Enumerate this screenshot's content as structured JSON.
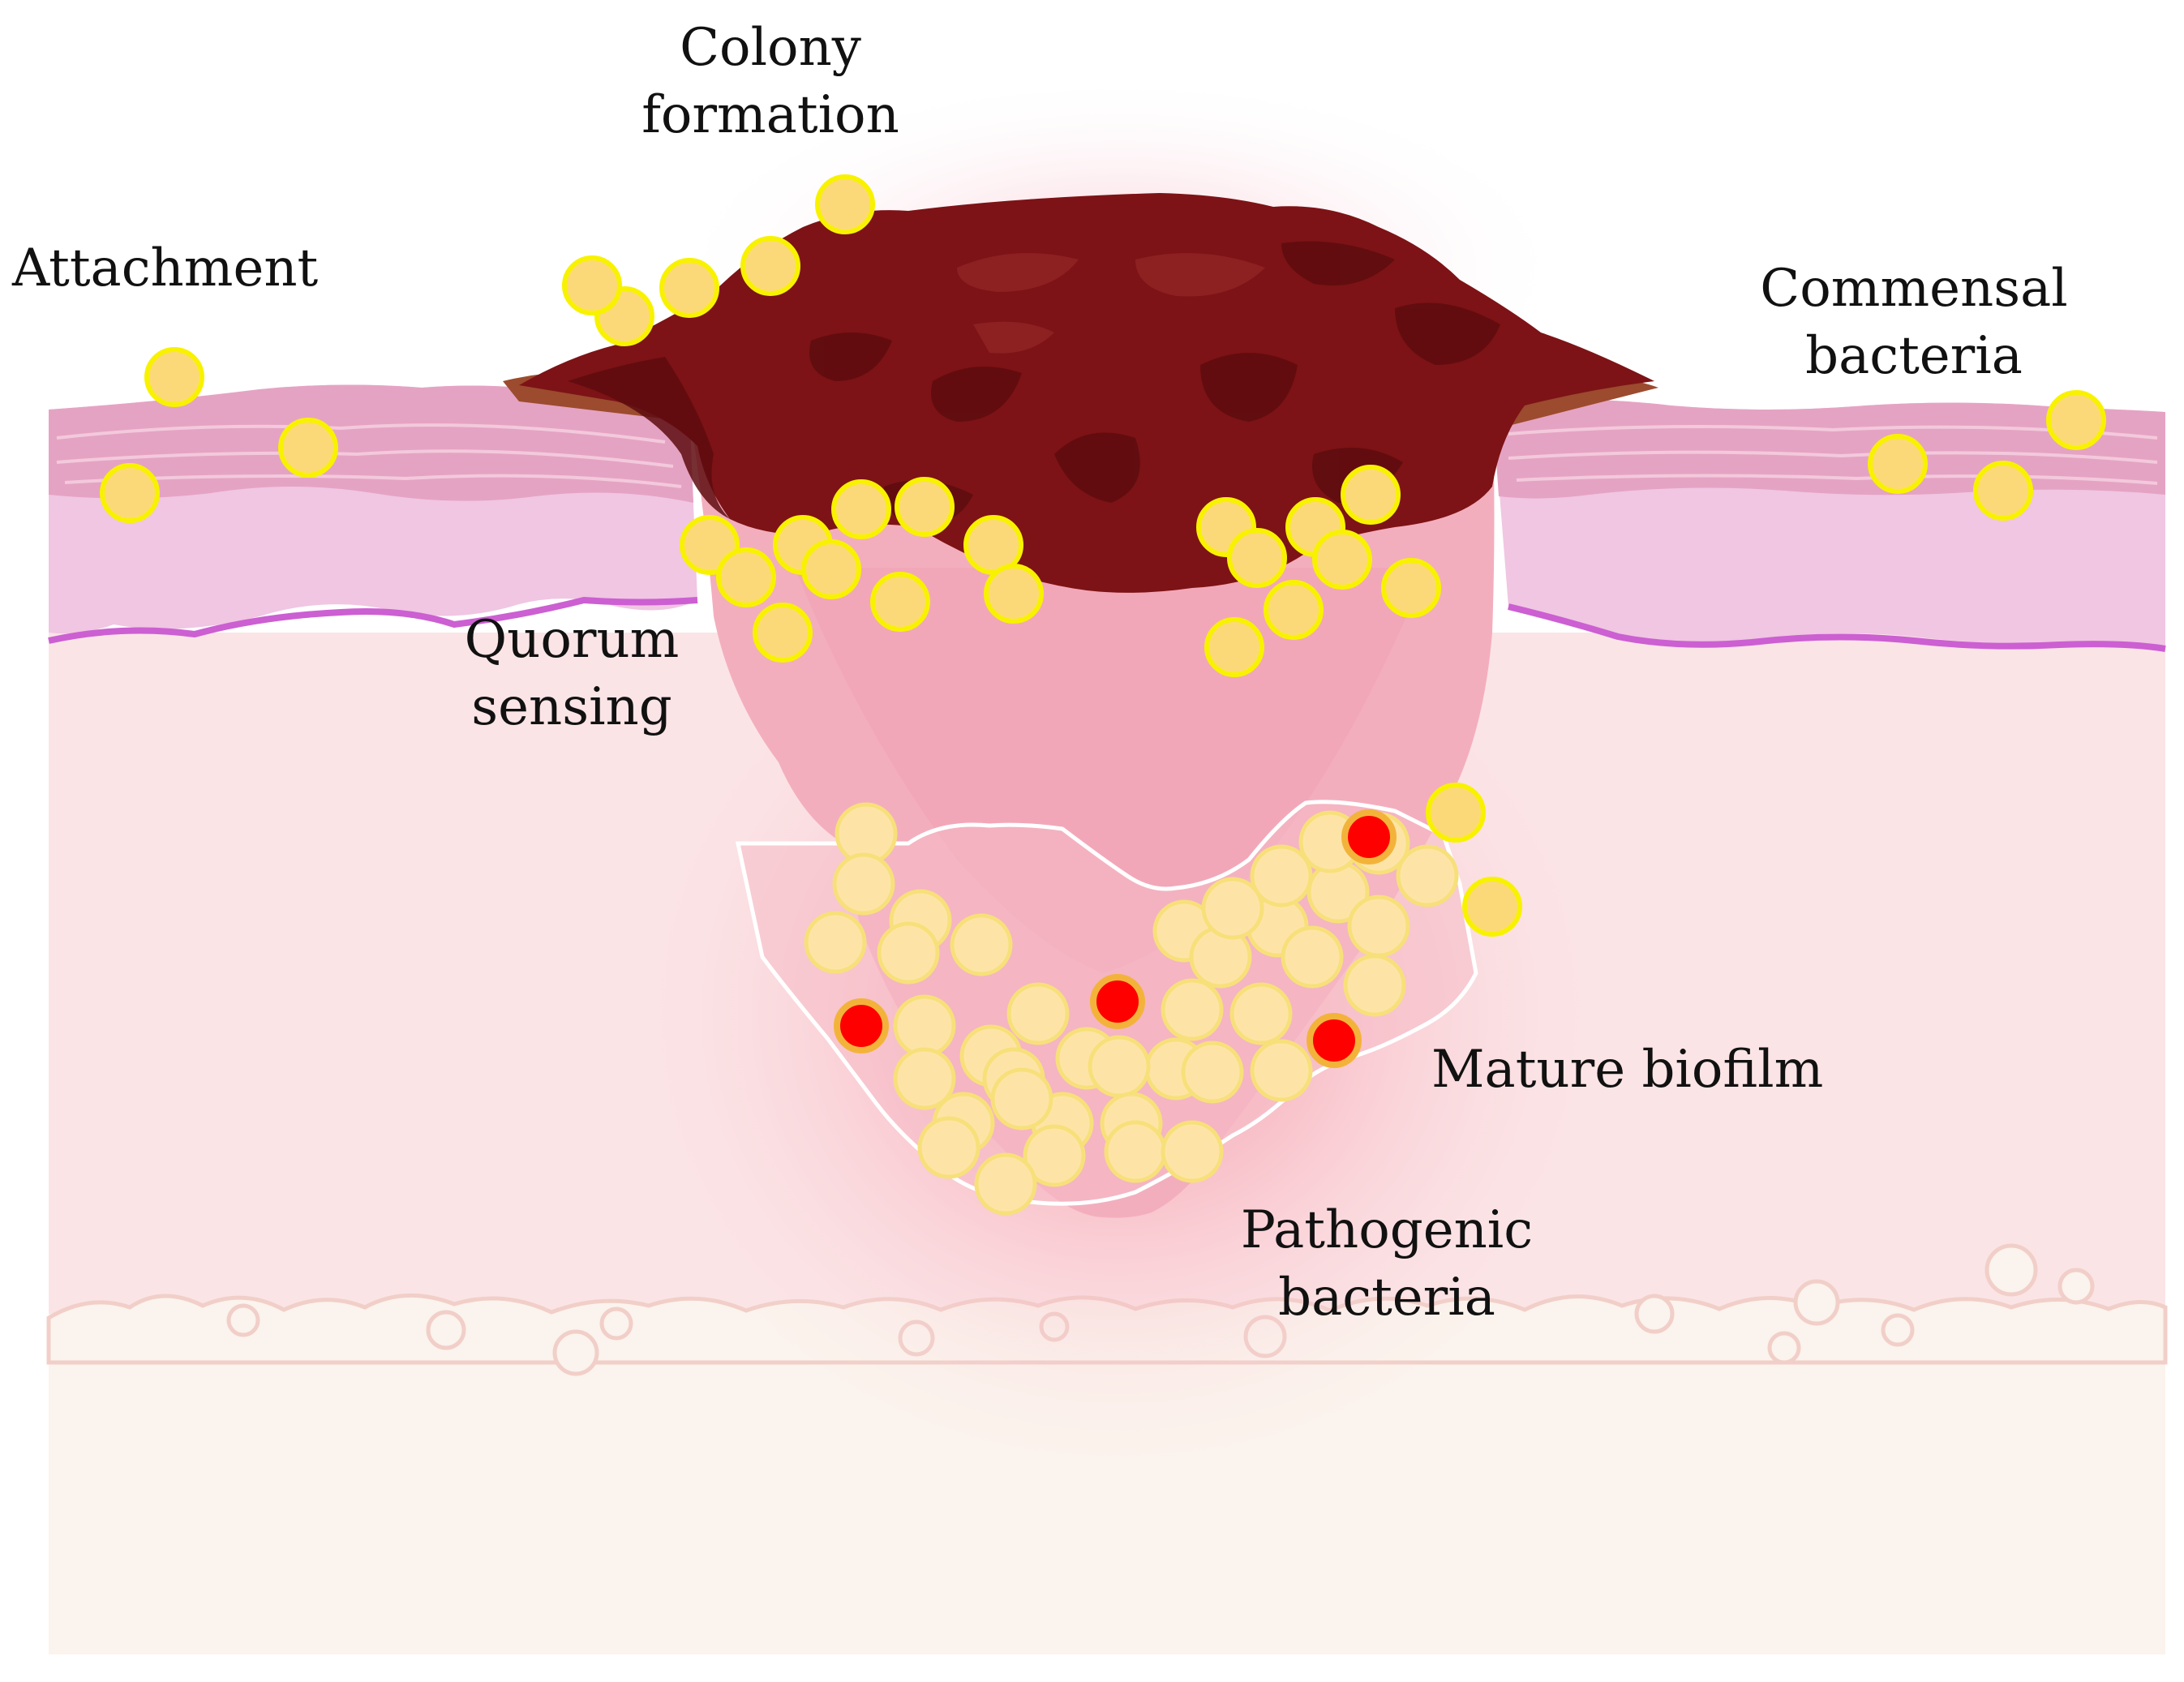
{
  "labels": {
    "colony_formation": [
      "Colony",
      "formation"
    ],
    "attachment": [
      "Attachment"
    ],
    "commensal_bacteria": [
      "Commensal",
      "bacteria"
    ],
    "quorum_sensing": [
      "Quorum",
      "sensing"
    ],
    "mature_biofilm": [
      "Mature biofilm"
    ],
    "pathogenic_bacteria": [
      "Pathogenic",
      "bacteria"
    ]
  },
  "colors": {
    "epidermis_top": "#e5a3c3",
    "epidermis_mid": "#f0c6e2",
    "basement_line": "#cc5fd2",
    "dermis": "#fbe4e6",
    "hypodermis": "#fbf3ed",
    "wound_bed": "#f3aebd",
    "scab": "#7d1316",
    "scab_dark": "#5e0c0f",
    "scab_edge": "#9c4b2e",
    "commensal_fill": "#fcd978",
    "commensal_stroke": "#f8f200",
    "biofilm_fill": "#fde4a6",
    "pathogenic_fill": "#ff0000",
    "pathogenic_stroke": "#f3b33a",
    "biofilm_outline": "#ffffff"
  }
}
